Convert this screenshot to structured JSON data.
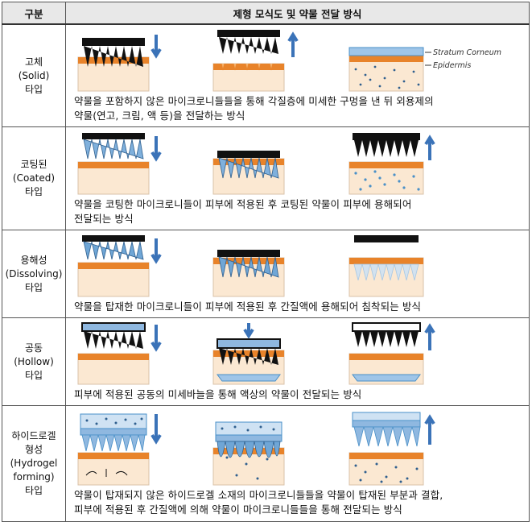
{
  "header": {
    "col_type": "구분",
    "col_content": "제형 모식도 및 약물 전달 방식"
  },
  "rows": [
    {
      "type_lines": [
        "고체",
        "(Solid)",
        "타입"
      ],
      "desc_lines": [
        "약물을 포함하지 않은 마이크로니들들을 통해 각질층에 미세한 구멍을 낸 뒤 외용제의",
        "약물(연고, 크림, 액 등)을 전달하는 방식"
      ],
      "annotations": [
        "Stratum Corneum",
        "Epidermis"
      ]
    },
    {
      "type_lines": [
        "코팅된",
        "(Coated)",
        "타입"
      ],
      "desc_lines": [
        "약물을 코팅한 마이크로니들이 피부에 적용된 후 코팅된 약물이 피부에 용해되어",
        "전달되는 방식"
      ]
    },
    {
      "type_lines": [
        "용해성",
        "(Dissolving)",
        "타입"
      ],
      "desc_lines": [
        "약물을 탑재한 마이크로니들이 피부에 적용된 후 간질액에 용해되어 침착되는 방식"
      ]
    },
    {
      "type_lines": [
        "공동",
        "(Hollow)",
        "타입"
      ],
      "desc_lines": [
        "피부에 적용된 공동의 미세바늘을 통해 액상의 약물이 전달되는 방식"
      ]
    },
    {
      "type_lines": [
        "하이드로겔",
        "형성",
        "(Hydrogel",
        "forming)",
        "타입"
      ],
      "desc_lines": [
        "약물이 탑재되지 않은 하이드로겔 소재의 마이크로니들들을 약물이 탑재된 부분과 결합,",
        "피부에 적용된 후 간질액에 의해 약물이 마이크로니들들을 통해 전달되는 방식"
      ]
    }
  ],
  "colors": {
    "skin": "#fbe8d2",
    "stratum": "#e8832a",
    "needle": "#111111",
    "drug_blue": "#4a90c8",
    "arrow": "#3b73b8",
    "header_bg": "#e8e8e8"
  }
}
